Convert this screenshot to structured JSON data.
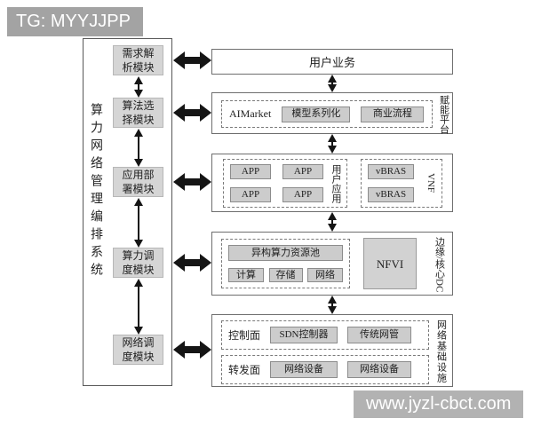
{
  "tag_label": "TG: MYYJJPP",
  "watermark": "www.jyzl-cbct.com",
  "orchestrator": {
    "title": "算力网络管理编排系统",
    "modules": [
      {
        "label": "需求解析模块"
      },
      {
        "label": "算法选择模块"
      },
      {
        "label": "应用部署模块"
      },
      {
        "label": "算力调度模块"
      },
      {
        "label": "网络调度模块"
      }
    ]
  },
  "layers": {
    "user_business": {
      "label": "用户业务"
    },
    "platform": {
      "side_label": "赋能平台",
      "ai_market": "AIMarket",
      "items": [
        "模型系列化",
        "商业流程"
      ]
    },
    "apps": {
      "user_app_label": "用户应用",
      "app_items": [
        "APP",
        "APP",
        "APP",
        "APP"
      ],
      "vnf_label": "VNF",
      "vnf_items": [
        "vBRAS",
        "vBRAS"
      ]
    },
    "dc": {
      "side_label": "边缘/核心DC",
      "pool_label": "异构算力资源池",
      "resources": [
        "计算",
        "存储",
        "网络"
      ],
      "nfvi_label": "NFVI"
    },
    "infrastructure": {
      "side_label": "网络基础设施",
      "control_plane_label": "控制面",
      "control_items": [
        "SDN控制器",
        "传统网管"
      ],
      "forward_plane_label": "转发面",
      "forward_items": [
        "网络设备",
        "网络设备"
      ]
    }
  },
  "colors": {
    "module_fill": "#d5d5d5",
    "item_fill": "#cccccc",
    "tag_bg": "#a3a3a3",
    "watermark_bg": "#b2b2b2",
    "arrow": "#151515",
    "box_border": "#6e6e6e"
  }
}
